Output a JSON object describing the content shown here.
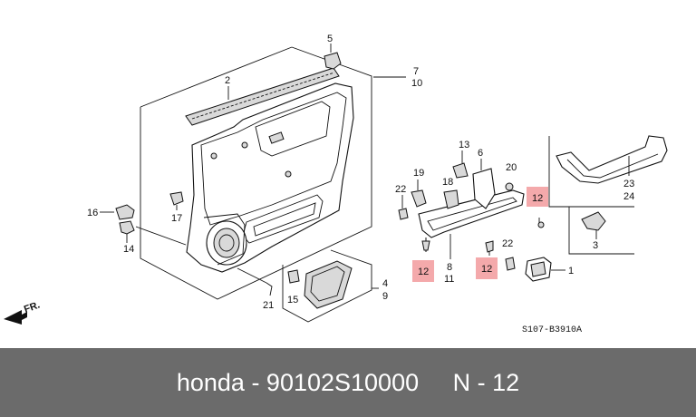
{
  "diagram": {
    "callouts": {
      "c1": "1",
      "c2": "2",
      "c3": "3",
      "c4": "4",
      "c5": "5",
      "c6": "6",
      "c7": "7",
      "c8": "8",
      "c9": "9",
      "c10": "10",
      "c11": "11",
      "c13": "13",
      "c14": "14",
      "c15": "15",
      "c16": "16",
      "c17": "17",
      "c18": "18",
      "c19": "19",
      "c20": "20",
      "c21": "21",
      "c22a": "22",
      "c22b": "22",
      "c23": "23",
      "c24": "24"
    },
    "highlighted_callouts": [
      "12",
      "12",
      "12",
      "12"
    ],
    "direction_label": "FR.",
    "diagram_code": "S107-B3910A"
  },
  "footer": {
    "text": "honda - 90102S10000     N - 12"
  }
}
